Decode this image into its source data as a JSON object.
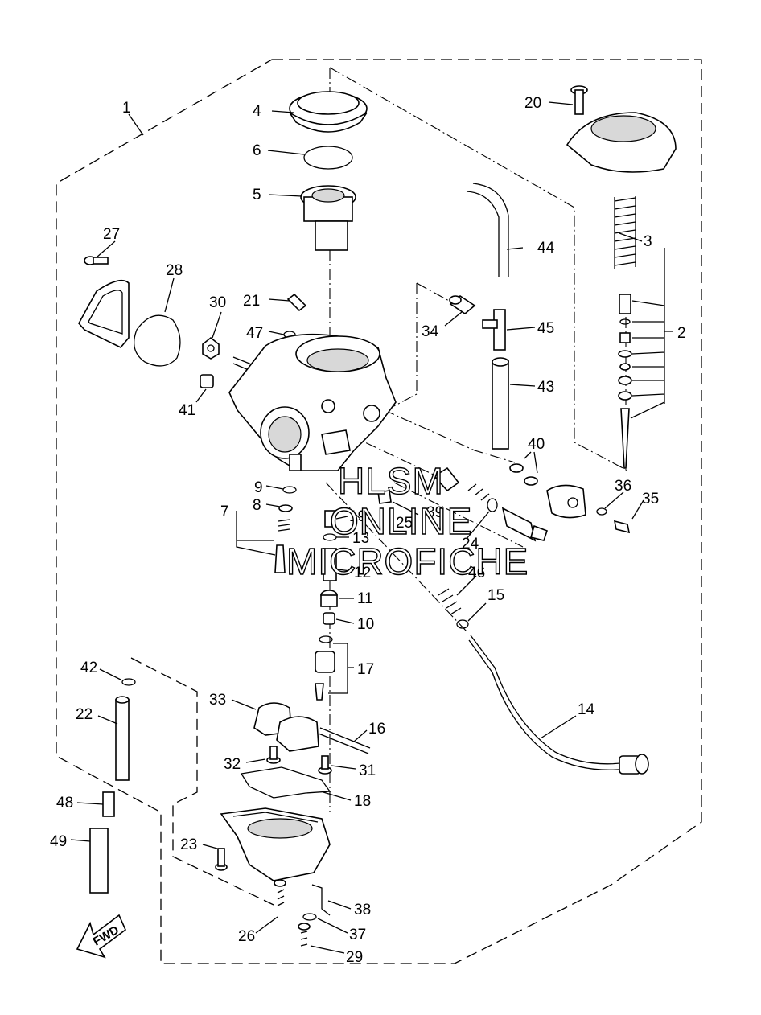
{
  "diagram": {
    "callouts": [
      {
        "id": "c1",
        "text": "1"
      },
      {
        "id": "c2",
        "text": "2"
      },
      {
        "id": "c3",
        "text": "3"
      },
      {
        "id": "c4",
        "text": "4"
      },
      {
        "id": "c5",
        "text": "5"
      },
      {
        "id": "c6",
        "text": "6"
      },
      {
        "id": "c7",
        "text": "7"
      },
      {
        "id": "c8",
        "text": "8"
      },
      {
        "id": "c9",
        "text": "9"
      },
      {
        "id": "c10",
        "text": "10"
      },
      {
        "id": "c11",
        "text": "11"
      },
      {
        "id": "c12",
        "text": "12"
      },
      {
        "id": "c13",
        "text": "13"
      },
      {
        "id": "c14",
        "text": "14"
      },
      {
        "id": "c15",
        "text": "15"
      },
      {
        "id": "c16",
        "text": "16"
      },
      {
        "id": "c17",
        "text": "17"
      },
      {
        "id": "c18",
        "text": "18"
      },
      {
        "id": "c19",
        "text": "19"
      },
      {
        "id": "c20",
        "text": "20"
      },
      {
        "id": "c21",
        "text": "21"
      },
      {
        "id": "c22",
        "text": "22"
      },
      {
        "id": "c23",
        "text": "23"
      },
      {
        "id": "c24",
        "text": "24"
      },
      {
        "id": "c25",
        "text": "25"
      },
      {
        "id": "c26",
        "text": "26"
      },
      {
        "id": "c27",
        "text": "27"
      },
      {
        "id": "c28",
        "text": "28"
      },
      {
        "id": "c29",
        "text": "29"
      },
      {
        "id": "c30",
        "text": "30"
      },
      {
        "id": "c31",
        "text": "31"
      },
      {
        "id": "c32",
        "text": "32"
      },
      {
        "id": "c33",
        "text": "33"
      },
      {
        "id": "c34",
        "text": "34"
      },
      {
        "id": "c35",
        "text": "35"
      },
      {
        "id": "c36",
        "text": "36"
      },
      {
        "id": "c37",
        "text": "37"
      },
      {
        "id": "c38",
        "text": "38"
      },
      {
        "id": "c39",
        "text": "39"
      },
      {
        "id": "c40",
        "text": "40"
      },
      {
        "id": "c41",
        "text": "41"
      },
      {
        "id": "c42",
        "text": "42"
      },
      {
        "id": "c43",
        "text": "43"
      },
      {
        "id": "c44",
        "text": "44"
      },
      {
        "id": "c45",
        "text": "45"
      },
      {
        "id": "c46",
        "text": "46"
      },
      {
        "id": "c47",
        "text": "47"
      },
      {
        "id": "c48",
        "text": "48"
      },
      {
        "id": "c49",
        "text": "49"
      }
    ],
    "watermark": {
      "line1": "HLSM",
      "line2": "ONLINE",
      "line3": "MICROFICHE"
    },
    "fwd_arrow_label": "FWD"
  }
}
